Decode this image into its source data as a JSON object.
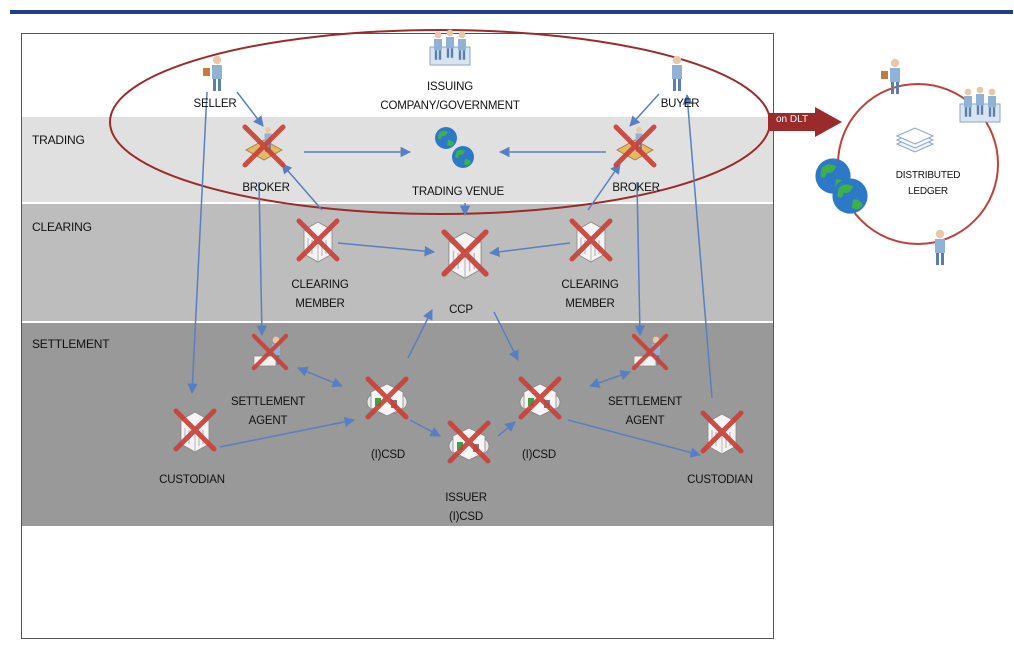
{
  "bands": {
    "trading": "TRADING",
    "clearing": "CLEARING",
    "settlement": "SETTLEMENT"
  },
  "nodes": {
    "seller": "SELLER",
    "issuer": "ISSUING\nCOMPANY/GOVERNMENT",
    "buyer": "BUYER",
    "broker_left": "BROKER",
    "trading_venue": "TRADING VENUE",
    "broker_right": "BROKER",
    "clearing_member_left": "CLEARING\nMEMBER",
    "ccp": "CCP",
    "clearing_member_right": "CLEARING\nMEMBER",
    "settlement_agent_left": "SETTLEMENT\nAGENT",
    "settlement_agent_right": "SETTLEMENT\nAGENT",
    "custodian_left": "CUSTODIAN",
    "custodian_right": "CUSTODIAN",
    "icsd_left": "(I)CSD",
    "icsd_right": "(I)CSD",
    "issuer_icsd": "ISSUER\n(I)CSD"
  },
  "dlt": {
    "arrow_label": "on DLT",
    "ledger_label": "DISTRIBUTED\nLEDGER"
  },
  "colors": {
    "rule": "#1f3f86",
    "ellipse": "#9b2a2a",
    "cross": "#c0392b",
    "arrow": "#5a7fc0"
  }
}
